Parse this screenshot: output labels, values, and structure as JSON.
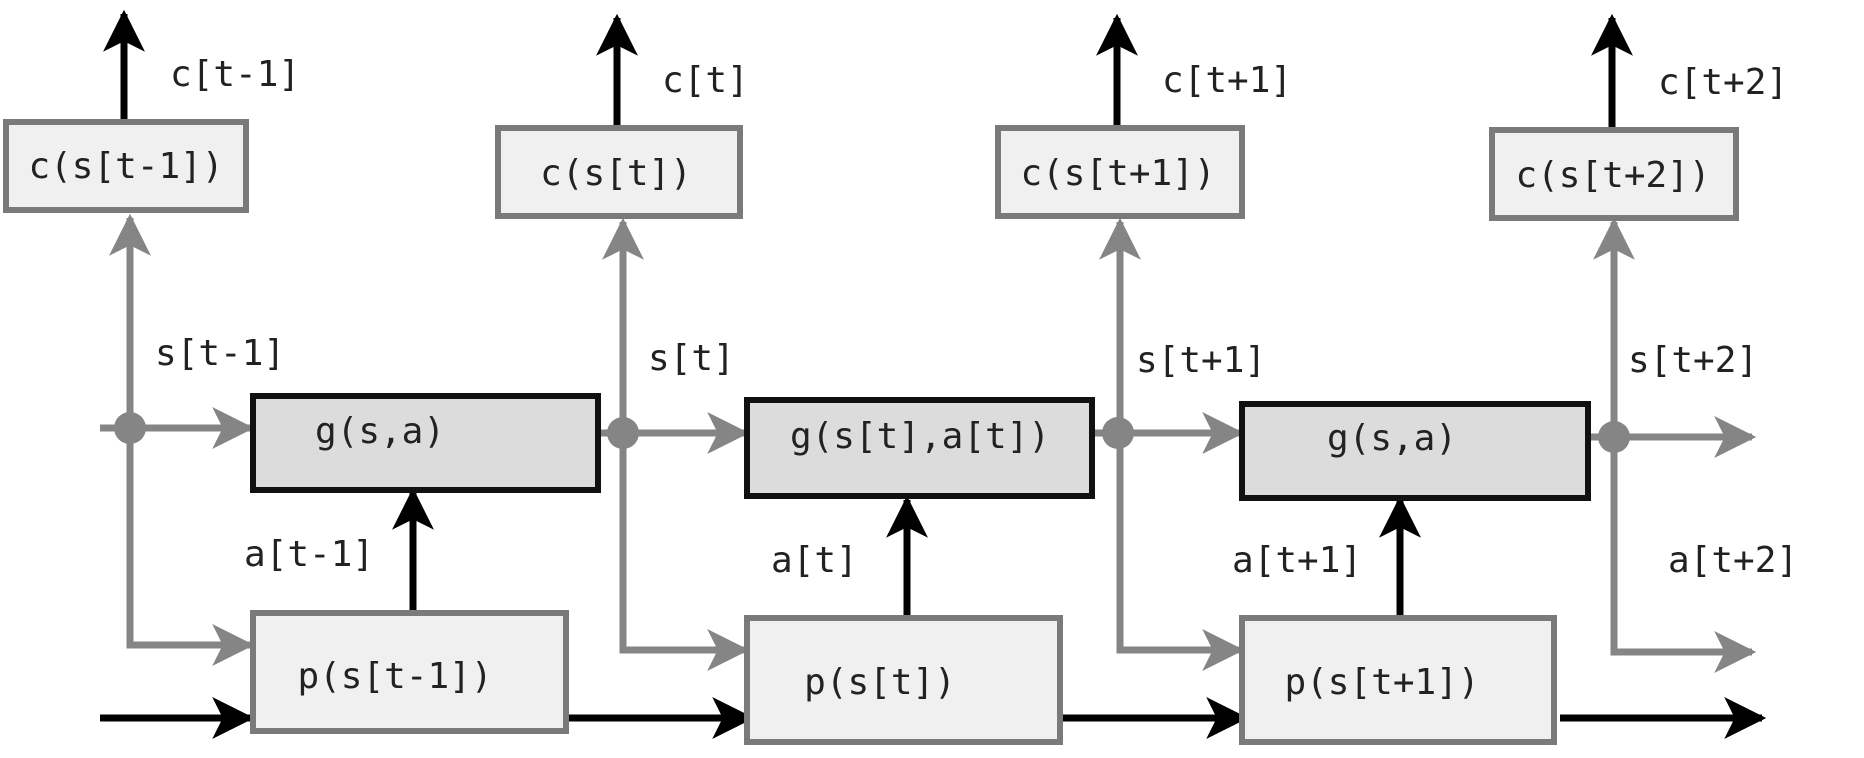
{
  "colors": {
    "gray_wire": "#858585",
    "black_wire": "#000000",
    "light_box_fill": "#f0f0f0",
    "dark_box_fill": "#dcdcdc"
  },
  "stages": [
    {
      "c_out": "c[t-1]",
      "c_box": "c(s[t-1])",
      "state": "s[t-1]",
      "g_box": "g(s,a)",
      "action": "a[t-1]",
      "p_box": "p(s[t-1])"
    },
    {
      "c_out": "c[t]",
      "c_box": "c(s[t])",
      "state": "s[t]",
      "g_box": "g(s[t],a[t])",
      "action": "a[t]",
      "p_box": "p(s[t])"
    },
    {
      "c_out": "c[t+1]",
      "c_box": "c(s[t+1])",
      "state": "s[t+1]",
      "g_box": "g(s,a)",
      "action": "a[t+1]",
      "p_box": "p(s[t+1])"
    },
    {
      "c_out": "c[t+2]",
      "c_box": "c(s[t+2])",
      "state": "s[t+2]",
      "action": "a[t+2]"
    }
  ]
}
